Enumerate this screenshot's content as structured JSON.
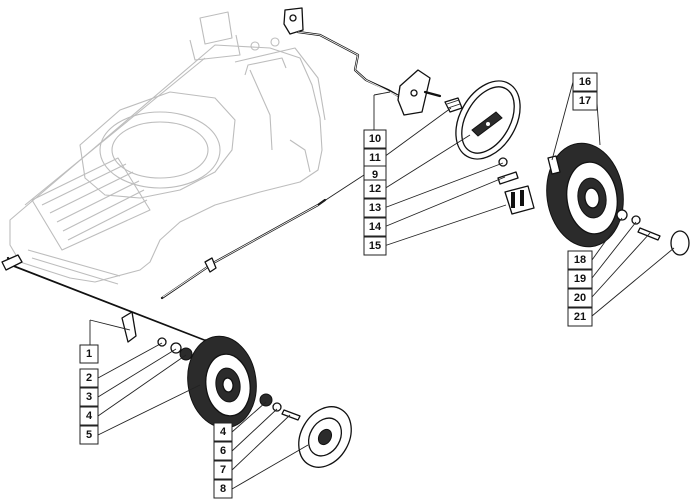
{
  "diagram": {
    "groups": [
      {
        "id": "front-left",
        "labels": [
          "1",
          "2",
          "3",
          "4",
          "5"
        ]
      },
      {
        "id": "front-right",
        "labels": [
          "4",
          "6",
          "7",
          "8"
        ]
      },
      {
        "id": "rear-linkage",
        "labels": [
          "10",
          "11",
          "9",
          "12",
          "13",
          "14",
          "15"
        ]
      },
      {
        "id": "rear-wheel-top",
        "labels": [
          "16",
          "17"
        ]
      },
      {
        "id": "rear-wheel-bottom",
        "labels": [
          "18",
          "19",
          "20",
          "21"
        ]
      }
    ]
  },
  "colors": {
    "deck_outline": "#bdbdbd",
    "part_outline": "#111111",
    "tyre": "#2b2b2b"
  }
}
